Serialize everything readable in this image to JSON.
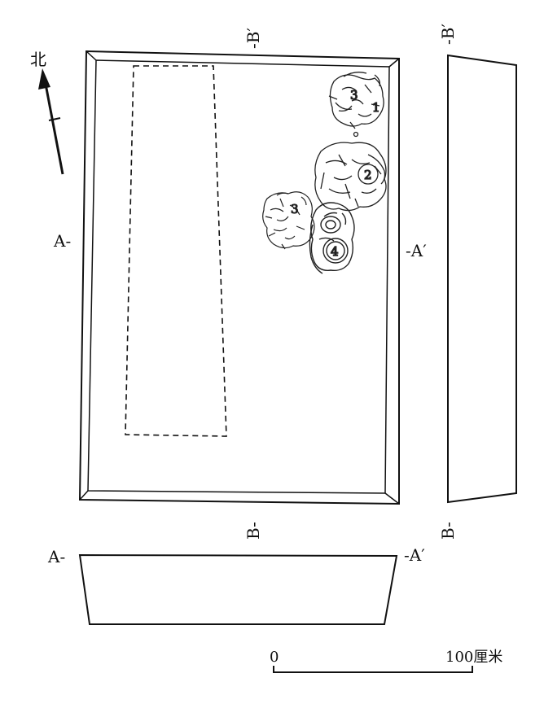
{
  "north": {
    "label": "北"
  },
  "section_labels": {
    "a_left": "A-",
    "a_right": "-A′",
    "b_top": "-B′",
    "b_bottom": "B-",
    "b_side_top": "-B′",
    "b_side_bottom": "B-",
    "a_sec_left": "A-",
    "a_sec_right": "-A′"
  },
  "artifacts": [
    {
      "number": "1"
    },
    {
      "number": "2"
    },
    {
      "number": "3"
    },
    {
      "number": "3"
    },
    {
      "number": "4"
    }
  ],
  "scale": {
    "start": "0",
    "end": "100厘米"
  }
}
